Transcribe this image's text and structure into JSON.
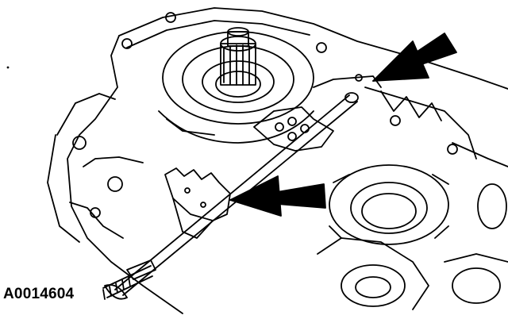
{
  "figure": {
    "id_label": "A0014604",
    "background": "#ffffff",
    "line_color": "#000000"
  },
  "callouts": [
    {
      "name": "upper-arrow",
      "points_to": "shift-shaft-detent"
    },
    {
      "name": "lower-arrow",
      "points_to": "shift-lever-sector"
    }
  ]
}
